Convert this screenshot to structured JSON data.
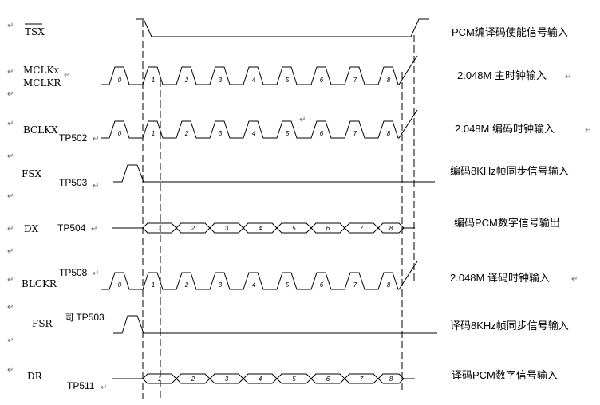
{
  "return_mark": "↵",
  "signals": [
    {
      "id": "tsx",
      "name": "TSX",
      "overline": true,
      "tp": "",
      "desc": "PCM编译码使能信号输入",
      "type": "tsx"
    },
    {
      "id": "mclk",
      "name": "MCLKx",
      "name2": "MCLKR",
      "tp": "",
      "desc": "2.048M 主时钟输入",
      "type": "clock",
      "ticks": [
        "0",
        "1",
        "2",
        "3",
        "4",
        "5",
        "6",
        "7",
        "8"
      ]
    },
    {
      "id": "bclkx",
      "name": "BCLKX",
      "tp": "TP502",
      "desc": "2.048M  编码时钟输入",
      "type": "clock",
      "ticks": [
        "0",
        "1",
        "2",
        "3",
        "4",
        "5",
        "6",
        "7",
        "8"
      ]
    },
    {
      "id": "fsx",
      "name": "FSX",
      "tp": "TP503",
      "desc": "编码8KHz帧同步信号输入",
      "type": "frame"
    },
    {
      "id": "dx",
      "name": "DX",
      "tp": "TP504",
      "desc": "编码PCM数字信号输出",
      "type": "data",
      "ticks": [
        "1",
        "2",
        "3",
        "4",
        "5",
        "6",
        "7",
        "8"
      ]
    },
    {
      "id": "blckr",
      "name": "BLCKR",
      "tp": "TP508",
      "desc": "2.048M 译码时钟输入",
      "type": "clock",
      "ticks": [
        "0",
        "1",
        "2",
        "3",
        "4",
        "5",
        "6",
        "7",
        "8"
      ]
    },
    {
      "id": "fsr",
      "name": "FSR",
      "tp": "同 TP503",
      "desc": "译码8KHz帧同步信号输入",
      "type": "frame"
    },
    {
      "id": "dr",
      "name": "DR",
      "tp": "TP511",
      "desc": "译码PCM数字信号输入",
      "type": "data",
      "ticks": [
        "1",
        "2",
        "3",
        "4",
        "5",
        "6",
        "7",
        "8"
      ]
    }
  ]
}
